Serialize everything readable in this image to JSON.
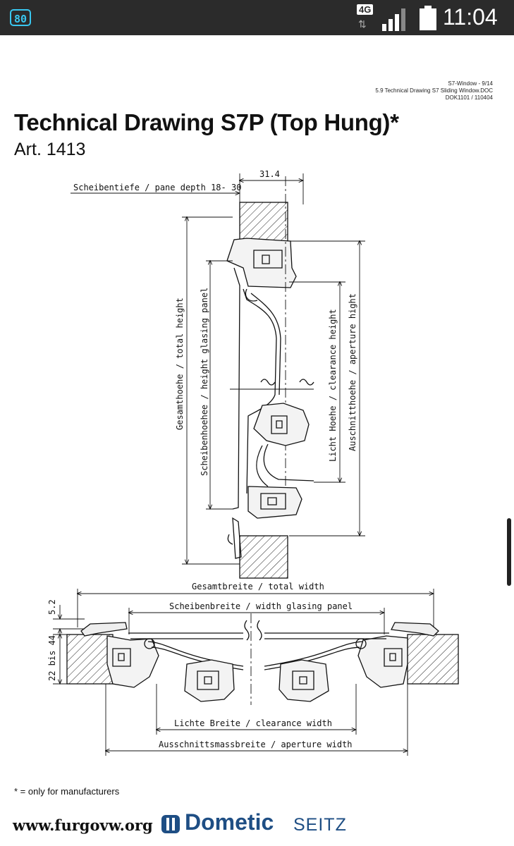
{
  "status_bar": {
    "app_badge": "80",
    "network": "4G",
    "time": "11:04"
  },
  "doc_header": {
    "line1": "S7-Window  - 9/14",
    "line2": "5.9 Technical Drawing S7 Sliding Window.DOC",
    "line3": "DOK1101 / 110404"
  },
  "title": "Technical Drawing S7P (Top Hung)*",
  "subtitle": "Art. 1413",
  "drawing": {
    "dim_top": "31.4",
    "pane_depth": "Scheibentiefe / pane depth 18- 30",
    "total_height": "Gesamthoehe / total height",
    "height_glasing": "Scheibenhoehee / height glasing panel",
    "clearance_height": "Licht Hoehe / clearance height",
    "aperture_height": "Auschnitthoehe / aperture hight",
    "total_width": "Gesamtbreite / total width",
    "width_glasing": "Scheibenbreite / width glasing panel",
    "dim_52": "5.2",
    "dim_22_44": "22 bis 44",
    "clearance_width": "Lichte Breite / clearance width",
    "aperture_width": "Ausschnittsmassbreite / aperture width"
  },
  "footnote": "* = only for manufacturers",
  "footer": {
    "website": "www.furgovw.org",
    "brand": "Dometic",
    "brand_sub": "SEITZ"
  },
  "colors": {
    "brand_blue": "#1e4e84",
    "status_bar": "#2b2b2b",
    "badge": "#39c7f0"
  }
}
